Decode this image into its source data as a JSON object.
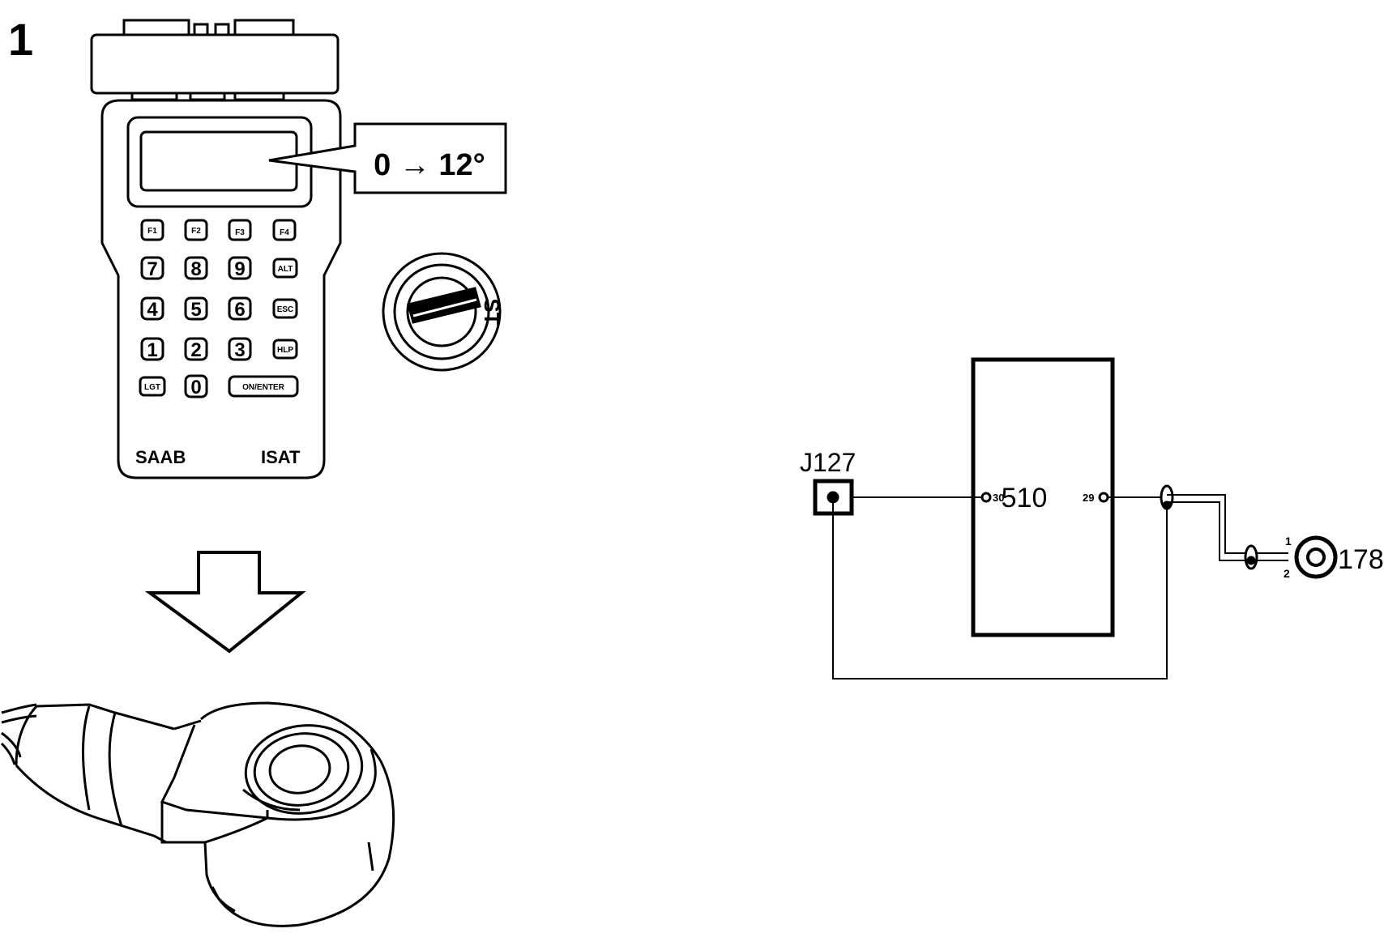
{
  "step_number": "1",
  "tester": {
    "display_reading": "0 → 12°",
    "keys": {
      "row1": [
        "F1",
        "F2",
        "F3",
        "F4"
      ],
      "row2": [
        "7",
        "8",
        "9",
        "ALT"
      ],
      "row3": [
        "4",
        "5",
        "6",
        "ESC"
      ],
      "row4": [
        "1",
        "2",
        "3",
        "HLP"
      ],
      "row5": [
        "LGT",
        "0",
        "ON/ENTER"
      ]
    },
    "brand_label": "SAAB",
    "model_label": "ISAT"
  },
  "ignition": {
    "position_label": "ST"
  },
  "icons": {
    "tester": "diagnostic-tester-icon",
    "ignition": "ignition-lock-icon",
    "arrow": "down-arrow-icon",
    "sensor": "knock-sensor-icon"
  },
  "wiring": {
    "connector_label": "J127",
    "control_unit_label": "510",
    "pin_left": "30",
    "pin_right": "29",
    "sensor_label": "178",
    "sensor_pin_1": "1",
    "sensor_pin_2": "2"
  }
}
